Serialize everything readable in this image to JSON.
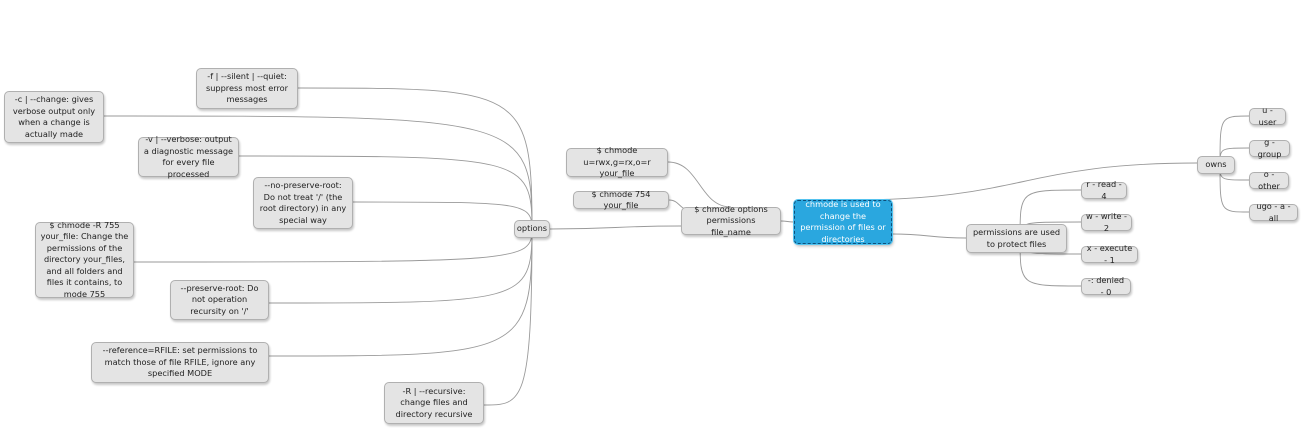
{
  "nodes": {
    "center": "chmode is used to change the permission of files or directories",
    "syntax": "$ chmode options permissions file_name",
    "options": "options",
    "ex_symbolic": "$ chmode u=rwx,g=rx,o=r your_file",
    "ex_octal": "$ chmode 754 your_file",
    "opt_silent": "-f | --silent | --quiet: suppress most error messages",
    "opt_changes": "-c | --change: gives verbose output only when a change is actually made",
    "opt_verbose": "-v | --verbose: output a diagnostic message for every file processed",
    "opt_no_preserve": "--no-preserve-root: Do not treat '/' (the root directory) in any special way",
    "opt_recursive_example": "$ chmode -R 755 your_file: Change the permissions of the directory your_files, and all folders and files it contains, to mode 755",
    "opt_preserve": "--preserve-root: Do not operation recursity on '/'",
    "opt_reference": "--reference=RFILE: set permissions to match those of file RFILE, ignore any specified MODE",
    "opt_recursive": "-R | --recursive: change files and directory recursive",
    "permissions": "permissions are used to protect files",
    "perm_read": "r - read - 4",
    "perm_write": "w - write - 2",
    "perm_execute": "x - execute - 1",
    "perm_denied": "-: denied - 0",
    "owns": "owns",
    "owns_user": "u - user",
    "owns_group": "g - group",
    "owns_other": "o - other",
    "owns_all": "ugo - a - all"
  },
  "colors": {
    "node_bg": "#e4e4e4",
    "center_bg": "#2aa7df",
    "line": "#9a9a9a"
  }
}
